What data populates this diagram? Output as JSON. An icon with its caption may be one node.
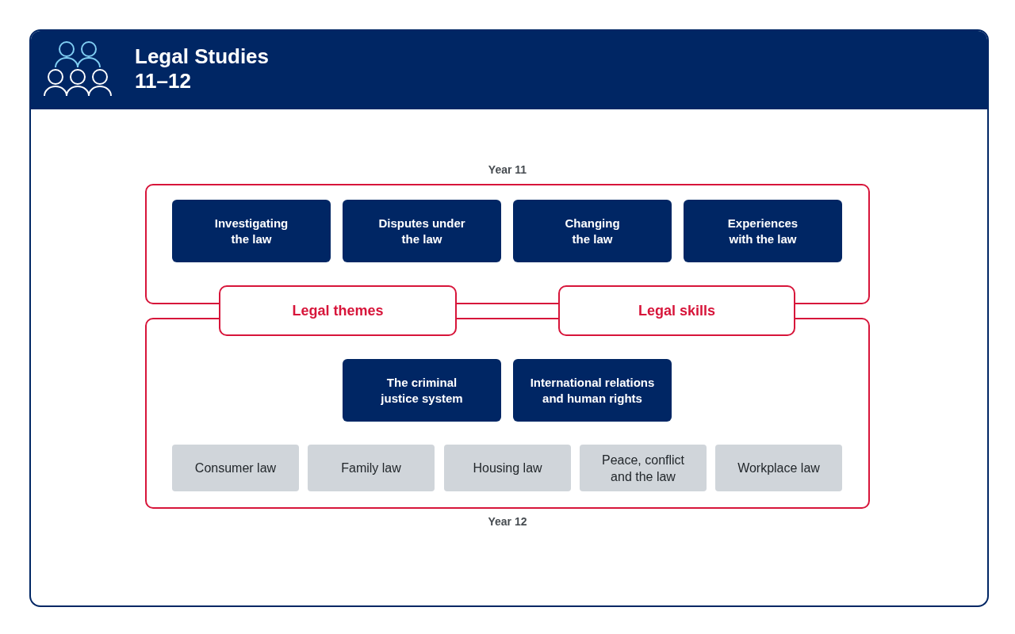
{
  "diagram": {
    "title": "Legal Studies 11–12",
    "nodes": [
      {
        "text": [
          "Year 11"
        ]
      },
      {
        "text": [
          "Investigating the law"
        ],
        "in": 0
      },
      {
        "text": [
          "Disputes under the law"
        ],
        "in": 0
      },
      {
        "text": [
          "Changing the law"
        ],
        "in": 0
      },
      {
        "text": [
          "Experiences with the law"
        ],
        "in": 0
      },
      {
        "text": [
          "Legal themes"
        ]
      },
      {
        "text": [
          "Legal skills"
        ]
      },
      {
        "text": [
          "Year 12"
        ]
      },
      {
        "text": [
          "The criminal justice system"
        ],
        "in": 7
      },
      {
        "text": [
          "International relations and human rights"
        ],
        "in": 7
      },
      {
        "text": [
          "Consumer law"
        ],
        "in": 7
      },
      {
        "text": [
          "Family law"
        ],
        "in": 7
      },
      {
        "text": [
          "Housing law"
        ],
        "in": 7
      },
      {
        "text": [
          "Peace, conflict and the law"
        ],
        "in": 7
      },
      {
        "text": [
          "Workplace law"
        ],
        "in": 7
      }
    ]
  }
}
